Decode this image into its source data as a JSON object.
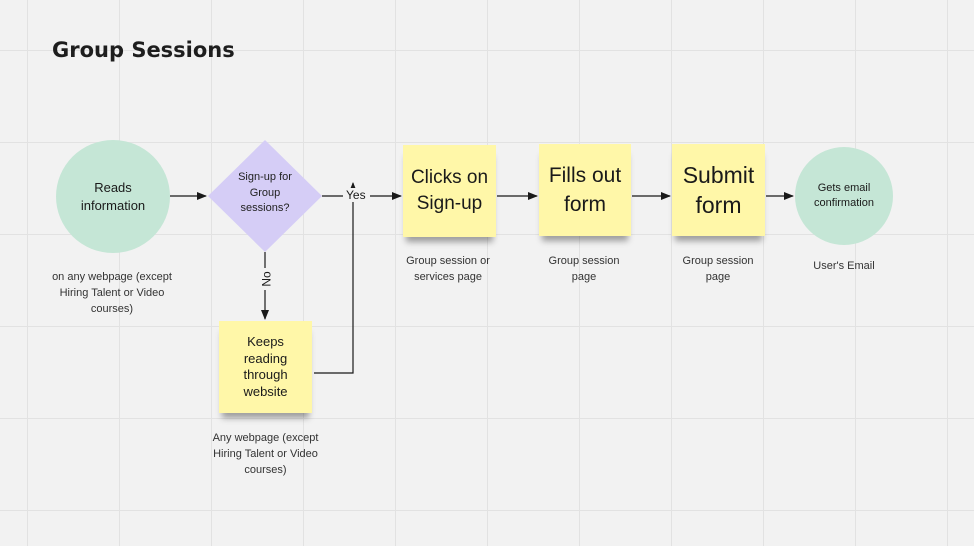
{
  "title": "Group Sessions",
  "nodes": {
    "reads": {
      "label": "Reads information",
      "caption": "on any webpage (except Hiring Talent or Video courses)"
    },
    "decision": {
      "label": "Sign-up for Group sessions?"
    },
    "clicks": {
      "label": "Clicks on Sign-up",
      "caption": "Group session or services page"
    },
    "fills": {
      "label": "Fills out form",
      "caption": "Group session page"
    },
    "submit": {
      "label": "Submit form",
      "caption": "Group session page"
    },
    "gets": {
      "label": "Gets email confirmation",
      "caption": "User's Email"
    },
    "keeps": {
      "label": "Keeps reading through website",
      "caption": "Any webpage (except Hiring Talent or Video courses)"
    }
  },
  "edges": {
    "yes": "Yes",
    "no": "No"
  },
  "colors": {
    "circle": "#c5e6d6",
    "diamond": "#d5cdf6",
    "sticky": "#fff7a8"
  }
}
